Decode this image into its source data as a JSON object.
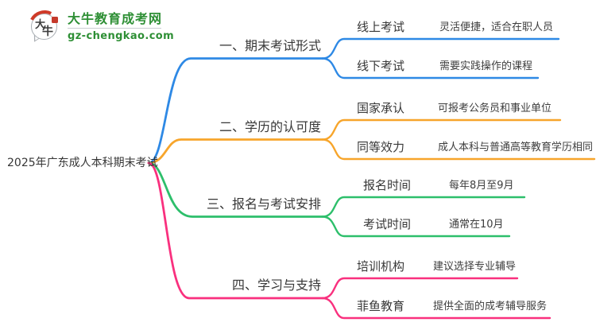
{
  "logo": {
    "title": "大牛教育成考网",
    "domain": "gz-chengkao.com",
    "mark_chars": [
      "大",
      "牛"
    ],
    "brand_green": "#2e8f35",
    "seal_red": "#cf3a28"
  },
  "central": {
    "title": "2025年广东成人本科期末考试"
  },
  "branches": [
    {
      "label": "一、期末考试形式",
      "color": "#2e89e5",
      "children": [
        {
          "label": "线上考试",
          "detail": "灵活便捷，适合在职人员"
        },
        {
          "label": "线下考试",
          "detail": "需要实践操作的课程"
        }
      ]
    },
    {
      "label": "二、学历的认可度",
      "color": "#f7a52b",
      "children": [
        {
          "label": "国家承认",
          "detail": "可报考公务员和事业单位"
        },
        {
          "label": "同等效力",
          "detail": "成人本科与普通高等教育学历相同"
        }
      ]
    },
    {
      "label": "三、报名与考试安排",
      "color": "#2dbf6b",
      "children": [
        {
          "label": "报名时间",
          "detail": "每年8月至9月"
        },
        {
          "label": "考试时间",
          "detail": "通常在10月"
        }
      ]
    },
    {
      "label": "四、学习与支持",
      "color": "#f9307e",
      "children": [
        {
          "label": "培训机构",
          "detail": "建议选择专业辅导"
        },
        {
          "label": "菲鱼教育",
          "detail": "提供全面的成考辅导服务"
        }
      ]
    }
  ]
}
